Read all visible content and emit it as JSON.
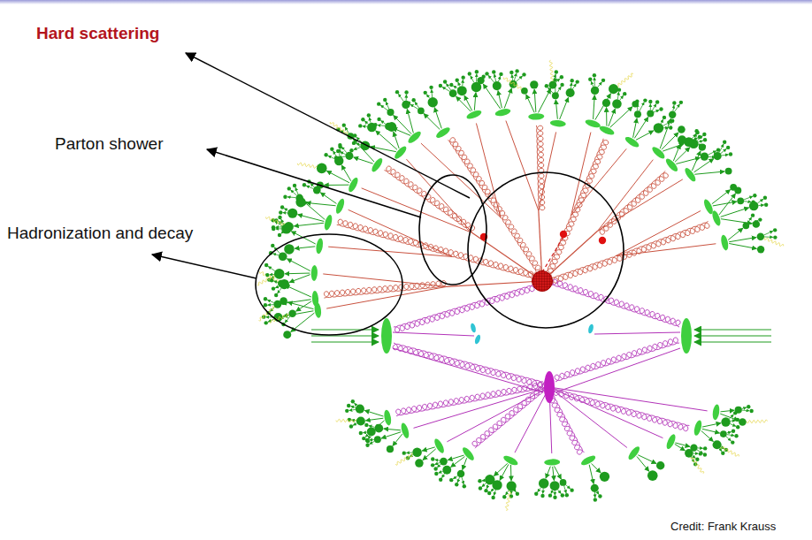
{
  "diagram": {
    "labels": [
      "Hard scattering",
      "Parton shower",
      "Hadronization and decay",
      "Credit: Frank Krauss"
    ]
  }
}
